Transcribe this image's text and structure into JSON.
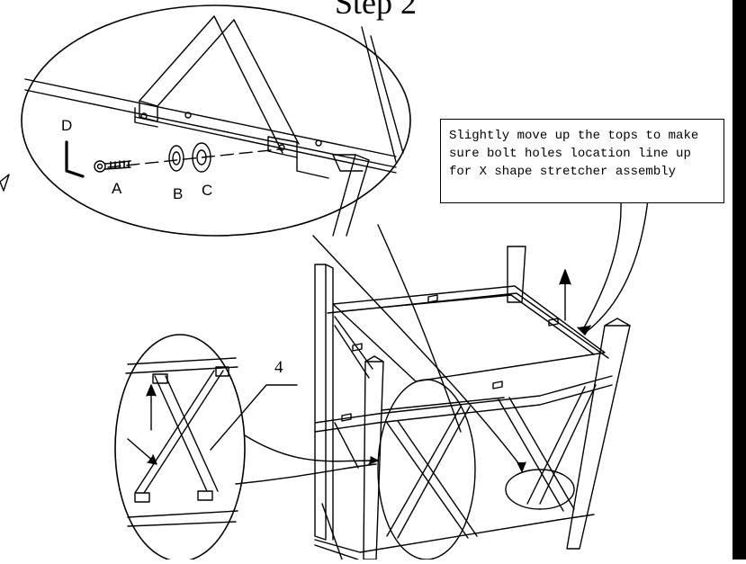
{
  "step_title": "Step 2",
  "callout_note": {
    "lines": [
      "Slightly move up the tops to make",
      "sure bolt holes location line up",
      "for X shape stretcher assembly"
    ]
  },
  "hardware_labels": {
    "d": "D",
    "a": "A",
    "b": "B",
    "c": "C"
  },
  "part_number": "4"
}
